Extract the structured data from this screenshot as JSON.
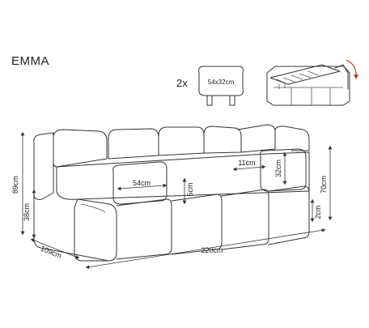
{
  "product": {
    "name": "EMMA"
  },
  "accessory": {
    "quantity": "2x",
    "size_label": "54x32cm"
  },
  "dimensions": {
    "total_height": "89cm",
    "seat_height": "38cm",
    "depth": "109cm",
    "width": "220cm",
    "cushion_width": "54cm",
    "cushion_thickness": "5cm",
    "armrest_width": "11cm",
    "cushion_height": "32cm",
    "back_height": "70cm",
    "leg_height": "2cm"
  },
  "colors": {
    "line": "#333333",
    "rotation_arrow": "#c0392b"
  }
}
